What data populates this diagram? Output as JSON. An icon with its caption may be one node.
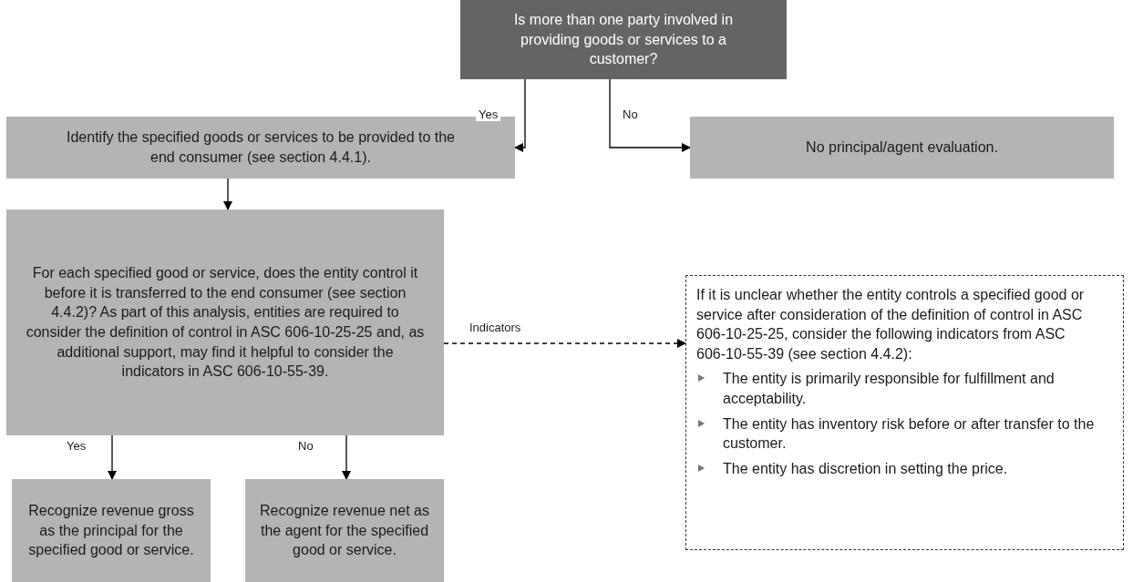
{
  "diagram": {
    "nodes": [
      {
        "text": [
          "Is more than one party involved in providing goods or services to a customer?"
        ]
      },
      {
        "text": [
          "Identify the specified goods or services to be provided to the end consumer (see section 4.4.1)."
        ]
      },
      {
        "text": [
          "No principal/agent evaluation."
        ]
      },
      {
        "text": [
          "For each specified good or service, does the entity control it before it is transferred to the end consumer (see section 4.4.2)? As part of this analysis, entities are required to consider the definition of control in ASC 606-10-25-25 and, as additional support, may find it helpful to consider the indicators in ASC 606-10-55-39."
        ]
      },
      {
        "text": [
          "Recognize revenue gross as the principal for the specified good or service."
        ]
      },
      {
        "text": [
          "Recognize revenue net as the agent for the specified good or service."
        ]
      },
      {
        "text": [
          "If it is unclear whether the entity controls a specified good or service after consideration of the definition of control in ASC 606-10-25-25, consider the following indicators from ASC 606-10-55-39 (see section 4.4.2):",
          "The entity is primarily responsible for fulfillment and acceptability.",
          "The entity has inventory risk before or after transfer to the customer.",
          "The entity has discretion in setting the price."
        ]
      }
    ],
    "edges": [
      {
        "from": 0,
        "to": 1,
        "label": "Yes",
        "arrow": "to"
      },
      {
        "from": 0,
        "to": 2,
        "label": "No",
        "arrow": "to"
      },
      {
        "from": 1,
        "to": 3,
        "arrow": "to"
      },
      {
        "from": 3,
        "to": 6,
        "label": "Indicators",
        "arrow": "to",
        "style": "dashed"
      },
      {
        "from": 3,
        "to": 4,
        "label": "Yes",
        "arrow": "to"
      },
      {
        "from": 3,
        "to": 5,
        "label": "No",
        "arrow": "to"
      }
    ]
  }
}
